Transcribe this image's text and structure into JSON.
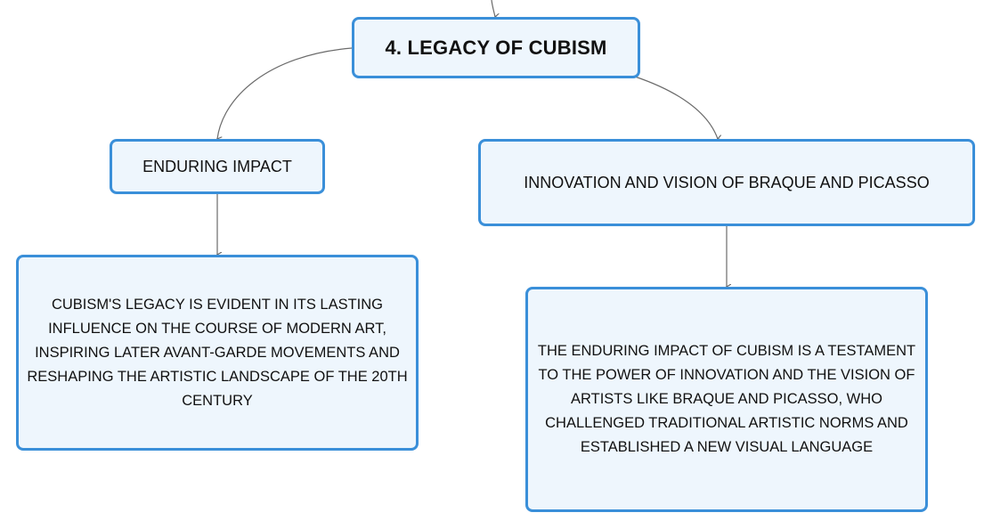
{
  "root": {
    "label": "4. LEGACY OF CUBISM"
  },
  "branches": [
    {
      "label": "ENDURING IMPACT",
      "detail": "CUBISM'S LEGACY IS EVIDENT IN ITS LASTING INFLUENCE ON THE COURSE OF MODERN ART, INSPIRING LATER AVANT-GARDE MOVEMENTS AND RESHAPING THE ARTISTIC LANDSCAPE OF THE 20TH CENTURY"
    },
    {
      "label": "INNOVATION AND VISION OF BRAQUE AND PICASSO",
      "detail": "THE ENDURING IMPACT OF CUBISM IS A TESTAMENT TO THE POWER OF INNOVATION AND THE VISION OF ARTISTS LIKE BRAQUE AND PICASSO, WHO CHALLENGED TRADITIONAL ARTISTIC NORMS AND ESTABLISHED A NEW VISUAL LANGUAGE"
    }
  ],
  "colors": {
    "node_border": "#3a8fd9",
    "node_fill": "#eef6fd",
    "connector": "#6b6b6b",
    "text": "#111111"
  }
}
